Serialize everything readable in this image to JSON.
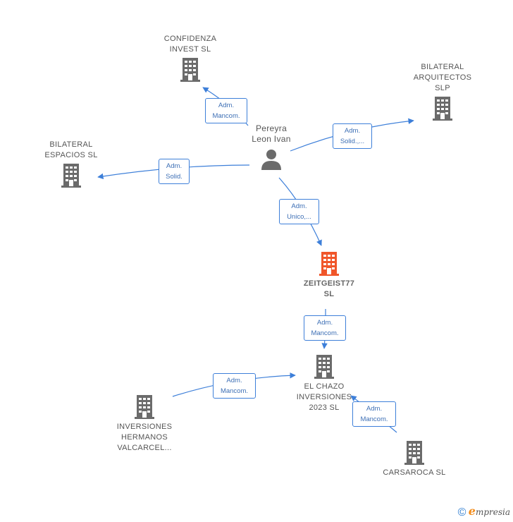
{
  "nodes": {
    "confidenza": {
      "label": "CONFIDENZA\nINVEST  SL"
    },
    "bilateral_arquitectos": {
      "label": "BILATERAL\nARQUITECTOS\nSLP"
    },
    "bilateral_espacios": {
      "label": "BILATERAL\nESPACIOS  SL"
    },
    "person": {
      "label": "Pereyra\nLeon Ivan"
    },
    "zeitgeist": {
      "label": "ZEITGEIST77\nSL"
    },
    "el_chazo": {
      "label": "EL CHAZO\nINVERSIONES\n2023  SL"
    },
    "inversiones_hermanos": {
      "label": "INVERSIONES\nHERMANOS\nVALCARCEL..."
    },
    "carsaroca": {
      "label": "CARSAROCA SL"
    }
  },
  "edges": {
    "e1": "Adm.\nMancom.",
    "e2": "Adm.\nSolid.,...",
    "e3": "Adm.\nSolid.",
    "e4": "Adm.\nUnico,...",
    "e5": "Adm.\nMancom.",
    "e6": "Adm.\nMancom.",
    "e7": "Adm.\nMancom."
  },
  "colors": {
    "edge": "#3d7fd9",
    "building": "#6b6b6b",
    "highlight": "#f0562a"
  },
  "footer": {
    "copyright": "©",
    "brand_initial": "e",
    "brand_rest": "mpresia"
  }
}
